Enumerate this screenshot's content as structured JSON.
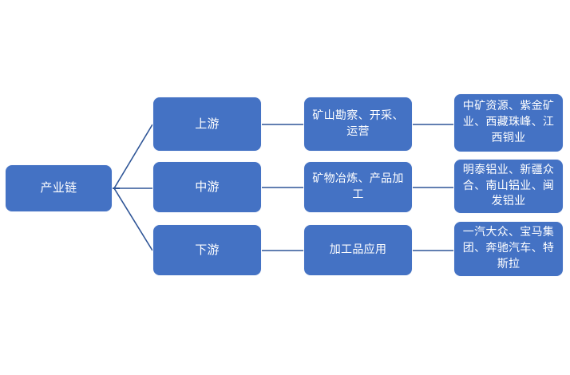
{
  "diagram": {
    "title": "产业链",
    "type": "industry-chain-flow",
    "background_color": "#FFFFFF",
    "node_fill_color": "#4472C4",
    "node_border_color": "#FAFBFD",
    "node_text_color": "#FFFFFF",
    "connector_color": "#2F5597",
    "root": {
      "label": "产业链"
    },
    "stages": [
      {
        "label": "上游"
      },
      {
        "label": "中游"
      },
      {
        "label": "下游"
      }
    ],
    "activities": [
      {
        "label": "矿山勘察、开采、运营"
      },
      {
        "label": "矿物冶炼、产品加工"
      },
      {
        "label": "加工品应用"
      }
    ],
    "companies": [
      {
        "label": "中矿资源、紫金矿业、西藏珠峰、江西铜业"
      },
      {
        "label": "明泰铝业、新疆众合、南山铝业、闽发铝业"
      },
      {
        "label": "一汽大众、宝马集团、奔驰汽车、特斯拉"
      }
    ]
  }
}
